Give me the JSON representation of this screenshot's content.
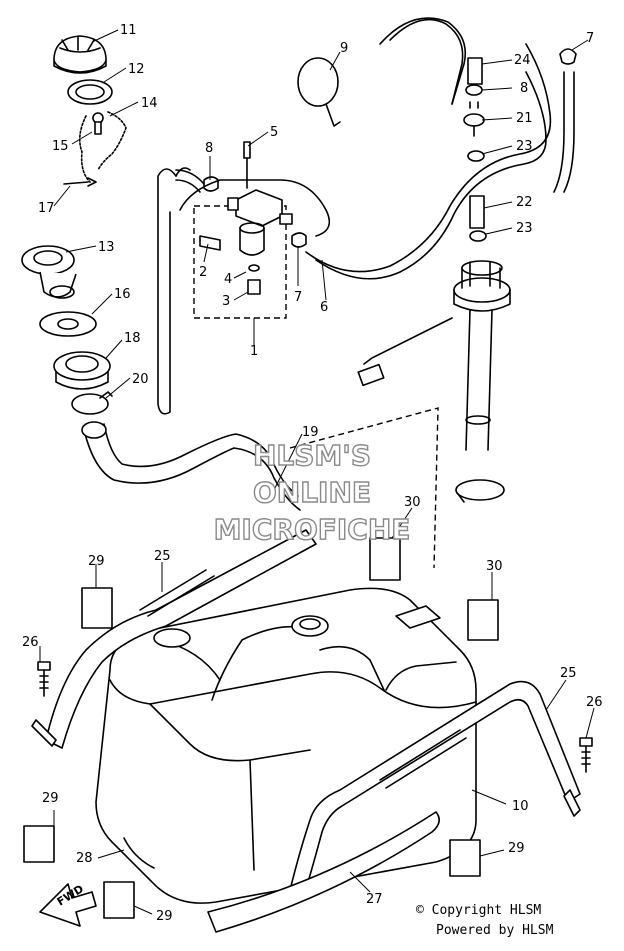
{
  "watermark": {
    "line1": "HLSM'S",
    "line2": "ONLINE",
    "line3": "MICROFICHE"
  },
  "copyright": {
    "line1": "© Copyright HLSM",
    "line2": "Powered by HLSM"
  },
  "direction_marker": "FWD",
  "callouts": [
    {
      "id": "c11",
      "label": "11"
    },
    {
      "id": "c12",
      "label": "12"
    },
    {
      "id": "c14",
      "label": "14"
    },
    {
      "id": "c15",
      "label": "15"
    },
    {
      "id": "c17",
      "label": "17"
    },
    {
      "id": "c13",
      "label": "13"
    },
    {
      "id": "c16",
      "label": "16"
    },
    {
      "id": "c18",
      "label": "18"
    },
    {
      "id": "c20",
      "label": "20"
    },
    {
      "id": "c9",
      "label": "9"
    },
    {
      "id": "c8a",
      "label": "8"
    },
    {
      "id": "c5",
      "label": "5"
    },
    {
      "id": "c2",
      "label": "2"
    },
    {
      "id": "c4",
      "label": "4"
    },
    {
      "id": "c3",
      "label": "3"
    },
    {
      "id": "c7a",
      "label": "7"
    },
    {
      "id": "c6",
      "label": "6"
    },
    {
      "id": "c1",
      "label": "1"
    },
    {
      "id": "c24",
      "label": "24"
    },
    {
      "id": "c7b",
      "label": "7"
    },
    {
      "id": "c8b",
      "label": "8"
    },
    {
      "id": "c21",
      "label": "21"
    },
    {
      "id": "c23a",
      "label": "23"
    },
    {
      "id": "c22",
      "label": "22"
    },
    {
      "id": "c23b",
      "label": "23"
    },
    {
      "id": "c19",
      "label": "19"
    },
    {
      "id": "c30a",
      "label": "30"
    },
    {
      "id": "c30b",
      "label": "30"
    },
    {
      "id": "c29a",
      "label": "29"
    },
    {
      "id": "c25a",
      "label": "25"
    },
    {
      "id": "c26a",
      "label": "26"
    },
    {
      "id": "c25b",
      "label": "25"
    },
    {
      "id": "c26b",
      "label": "26"
    },
    {
      "id": "c10",
      "label": "10"
    },
    {
      "id": "c29b",
      "label": "29"
    },
    {
      "id": "c29c",
      "label": "29"
    },
    {
      "id": "c28",
      "label": "28"
    },
    {
      "id": "c27",
      "label": "27"
    },
    {
      "id": "c29d",
      "label": "29"
    }
  ]
}
